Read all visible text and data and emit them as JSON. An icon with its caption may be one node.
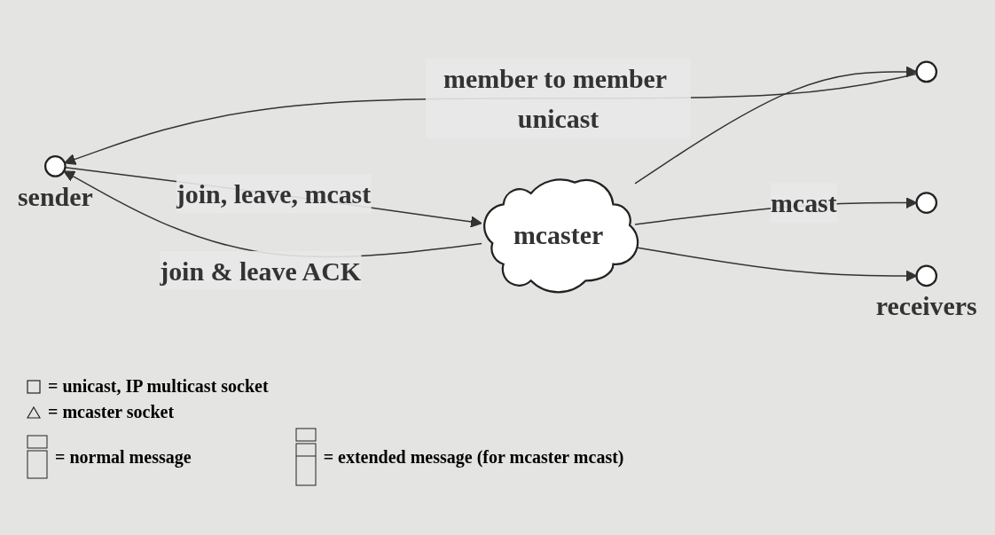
{
  "diagram": {
    "nodes": [
      {
        "text": [],
        "shape": "circle",
        "beside": [
          "sender"
        ]
      },
      {
        "text": [
          "mcaster"
        ]
      },
      {
        "text": [],
        "shape": "circle"
      },
      {
        "text": [],
        "shape": "circle"
      },
      {
        "text": [],
        "shape": "circle",
        "beside": [
          "receivers"
        ]
      }
    ],
    "edges": [
      {
        "from": 2,
        "to": 0,
        "arrow": "to",
        "label": "member to member unicast"
      },
      {
        "from": 0,
        "to": 1,
        "arrow": "to",
        "label": "join, leave, mcast"
      },
      {
        "from": 1,
        "to": 0,
        "arrow": "to",
        "label": "join & leave ACK"
      },
      {
        "from": 1,
        "to": 2,
        "arrow": "to"
      },
      {
        "from": 1,
        "to": 3,
        "arrow": "to",
        "label": "mcast"
      },
      {
        "from": 1,
        "to": 4,
        "arrow": "to"
      }
    ],
    "legend": [
      {
        "text": "= unicast, IP multicast socket"
      },
      {
        "text": "= mcaster socket"
      },
      {
        "text": "= normal message"
      },
      {
        "text": "= extended message (for mcaster mcast)"
      }
    ]
  }
}
